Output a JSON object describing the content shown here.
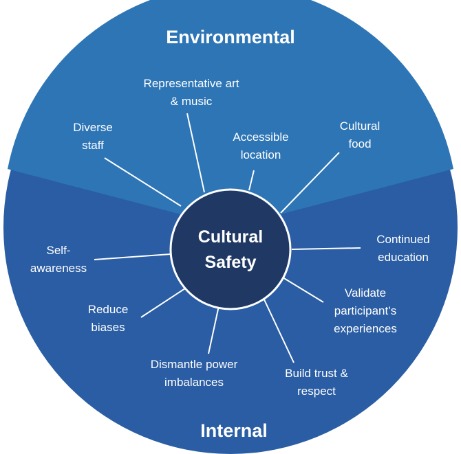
{
  "center": {
    "line1": "Cultural",
    "line2": "Safety"
  },
  "sections": {
    "top": "Environmental",
    "bottom": "Internal"
  },
  "colors": {
    "top_sector": "#2e75b6",
    "bottom_sector": "#2a5da3",
    "center": "#1f3864",
    "text": "#ffffff"
  },
  "nodes": [
    {
      "id": "diverse-staff",
      "lines": [
        "Diverse",
        "staff"
      ]
    },
    {
      "id": "representative-art-music",
      "lines": [
        "Representative art",
        "& music"
      ]
    },
    {
      "id": "accessible-location",
      "lines": [
        "Accessible",
        "location"
      ]
    },
    {
      "id": "cultural-food",
      "lines": [
        "Cultural",
        "food"
      ]
    },
    {
      "id": "continued-education",
      "lines": [
        "Continued",
        "education"
      ]
    },
    {
      "id": "validate-experiences",
      "lines": [
        "Validate",
        "participant’s",
        "experiences"
      ]
    },
    {
      "id": "build-trust-respect",
      "lines": [
        "Build trust &",
        "respect"
      ]
    },
    {
      "id": "dismantle-power-imbalances",
      "lines": [
        "Dismantle power",
        "imbalances"
      ]
    },
    {
      "id": "reduce-biases",
      "lines": [
        "Reduce",
        "biases"
      ]
    },
    {
      "id": "self-awareness",
      "lines": [
        "Self-",
        "awareness"
      ]
    }
  ]
}
